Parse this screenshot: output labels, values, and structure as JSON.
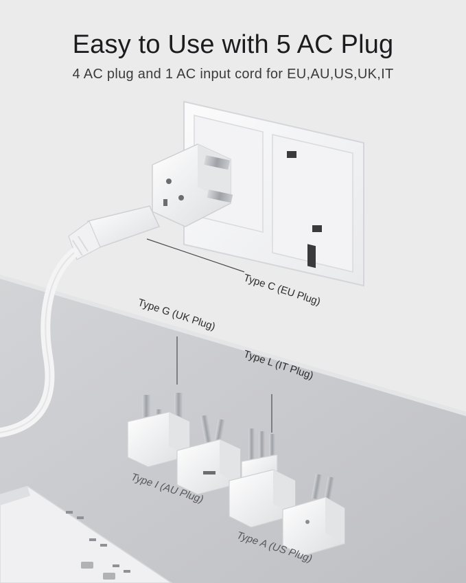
{
  "header": {
    "title": "Easy to Use with 5 AC Plug",
    "subtitle": "4 AC plug and 1  AC input cord for EU,AU,US,UK,IT"
  },
  "labels": {
    "type_c": "Type C (EU Plug)",
    "type_g": "Type G (UK Plug)",
    "type_l": "Type L (IT Plug)",
    "type_i": "Type I (AU Plug)",
    "type_a": "Type A (US Plug)"
  },
  "colors": {
    "wall": "#ebebec",
    "floor": "#c9cacd",
    "plug_white": "#f4f4f5",
    "pin_metal": "#b9bbbf",
    "text": "#1d1d1f"
  },
  "icons": {
    "wall_socket": "uk-wall-socket-icon",
    "power_strip": "power-strip-icon"
  }
}
